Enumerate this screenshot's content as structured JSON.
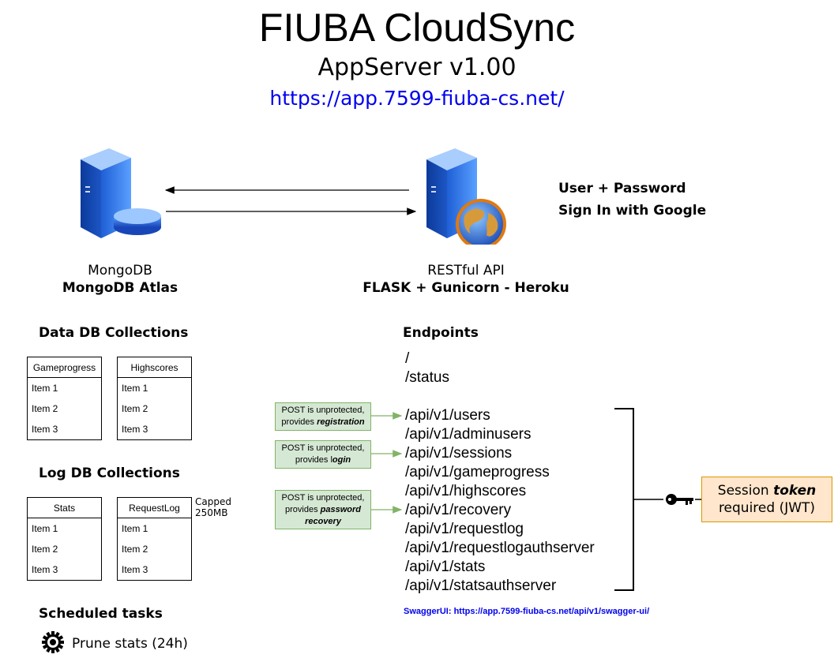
{
  "header": {
    "title": "FIUBA CloudSync",
    "subtitle": "AppServer v1.00",
    "url": "https://app.7599-fiuba-cs.net/"
  },
  "servers": {
    "db": {
      "name": "MongoDB",
      "host": "MongoDB Atlas",
      "icon": "database-server-icon"
    },
    "api": {
      "name": "RESTful API",
      "host": "FLASK + Gunicorn - Heroku",
      "icon": "web-server-globe-icon"
    }
  },
  "auth_methods": [
    "User + Password",
    "Sign In with Google"
  ],
  "data_collections": {
    "heading": "Data DB Collections",
    "tables": [
      {
        "name": "Gameprogress",
        "items": [
          "Item 1",
          "Item 2",
          "Item 3"
        ]
      },
      {
        "name": "Highscores",
        "items": [
          "Item 1",
          "Item 2",
          "Item 3"
        ]
      }
    ]
  },
  "log_collections": {
    "heading": "Log DB Collections",
    "tables": [
      {
        "name": "Stats",
        "items": [
          "Item 1",
          "Item 2",
          "Item 3"
        ]
      },
      {
        "name": "RequestLog",
        "items": [
          "Item 1",
          "Item 2",
          "Item 3"
        ]
      }
    ],
    "capped_note_line1": "Capped",
    "capped_note_line2": "250MB"
  },
  "scheduled": {
    "heading": "Scheduled tasks",
    "task": "Prune stats (24h)",
    "icon": "gear-icon"
  },
  "endpoints": {
    "heading": "Endpoints",
    "public": [
      "/",
      "/status"
    ],
    "protected": [
      "/api/v1/users",
      "/api/v1/adminusers",
      "/api/v1/sessions",
      "/api/v1/gameprogress",
      "/api/v1/highscores",
      "/api/v1/recovery",
      "/api/v1/requestlog",
      "/api/v1/requestlogauthserver",
      "/api/v1/stats",
      "/api/v1/statsauthserver"
    ]
  },
  "notes": [
    {
      "line1": "POST is unprotected,",
      "line2_prefix": "provides ",
      "line2_emph": "registration",
      "target": "/api/v1/users"
    },
    {
      "line1": "POST is unprotected,",
      "line2_prefix": "provides l",
      "line2_emph": "ogin",
      "target": "/api/v1/sessions"
    },
    {
      "line1": "POST is unprotected,",
      "line2_prefix": "provides ",
      "line2_emph": "password",
      "line3_emph": "recovery",
      "target": "/api/v1/recovery"
    }
  ],
  "token_box": {
    "line1_prefix": "Session ",
    "line1_emph": "token",
    "line2": "required (JWT)",
    "icon": "key-icon"
  },
  "swagger": "SwaggerUI: https://app.7599-fiuba-cs.net/api/v1/swagger-ui/",
  "colors": {
    "link": "#0000ee",
    "note_fill": "#d5e8d4",
    "note_stroke": "#82b366",
    "token_fill": "#ffe6cc",
    "token_stroke": "#d79b00"
  }
}
